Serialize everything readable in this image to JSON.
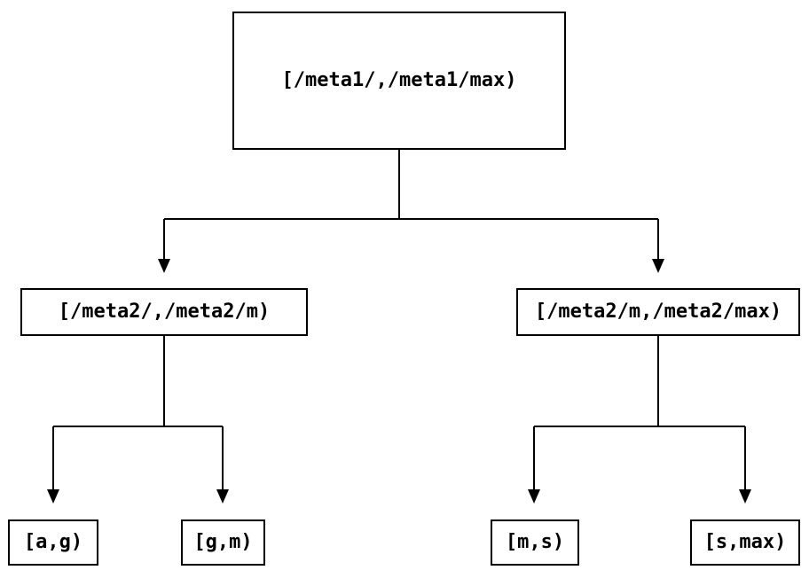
{
  "diagram": {
    "type": "tree",
    "background_color": "#ffffff",
    "line_color": "#000000",
    "text_color": "#000000",
    "nodes": {
      "root": {
        "label": "[/meta1/,/meta1/max)"
      },
      "meta2_low": {
        "label": "[/meta2/,/meta2/m)"
      },
      "meta2_high": {
        "label": "[/meta2/m,/meta2/max)"
      },
      "leaf_a_g": {
        "label": "[a,g)"
      },
      "leaf_g_m": {
        "label": "[g,m)"
      },
      "leaf_m_s": {
        "label": "[m,s)"
      },
      "leaf_s_max": {
        "label": "[s,max)"
      }
    },
    "edges": [
      {
        "from": "root",
        "to": "meta2_low"
      },
      {
        "from": "root",
        "to": "meta2_high"
      },
      {
        "from": "meta2_low",
        "to": "leaf_a_g"
      },
      {
        "from": "meta2_low",
        "to": "leaf_g_m"
      },
      {
        "from": "meta2_high",
        "to": "leaf_m_s"
      },
      {
        "from": "meta2_high",
        "to": "leaf_s_max"
      }
    ]
  }
}
